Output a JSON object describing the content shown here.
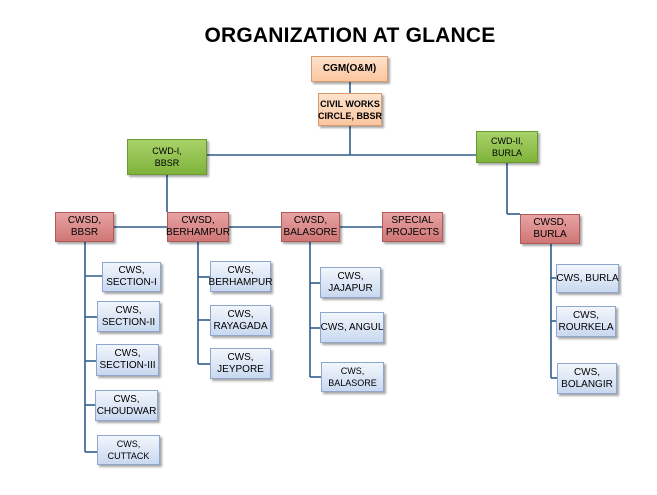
{
  "title": "ORGANIZATION AT GLANCE",
  "colors": {
    "connector": "#2e5d8c",
    "peach": "#fbc6a0",
    "green": "#8cbf47",
    "red": "#d98080",
    "blue": "#dbe5f5"
  },
  "nodes": {
    "cgm": [
      "CGM(O&M)"
    ],
    "civil": [
      "CIVIL WORKS",
      "CIRCLE, BBSR"
    ],
    "cwd1": [
      "CWD-I,",
      "BBSR"
    ],
    "cwd2": [
      "CWD-II,",
      "BURLA"
    ],
    "cwsd_bbsr": [
      "CWSD,",
      "BBSR"
    ],
    "cwsd_berhampur": [
      "CWSD,",
      "BERHAMPUR"
    ],
    "cwsd_balasore": [
      "CWSD,",
      "BALASORE"
    ],
    "special": [
      "SPECIAL",
      "PROJECTS"
    ],
    "cwsd_burla": [
      "CWSD,",
      "BURLA"
    ],
    "cws_section1": [
      "CWS,",
      "SECTION-I"
    ],
    "cws_section2": [
      "CWS,",
      "SECTION-II"
    ],
    "cws_section3": [
      "CWS,",
      "SECTION-III"
    ],
    "cws_choudwar": [
      "CWS,",
      "CHOUDWAR"
    ],
    "cws_cuttack": [
      "CWS,",
      "CUTTACK"
    ],
    "cws_berhampur": [
      "CWS,",
      "BERHAMPUR"
    ],
    "cws_rayagada": [
      "CWS,",
      "RAYAGADA"
    ],
    "cws_jeypore": [
      "CWS,",
      "JEYPORE"
    ],
    "cws_jajapur": [
      "CWS,",
      "JAJAPUR"
    ],
    "cws_angul": [
      "CWS, ANGUL"
    ],
    "cws_balasore": [
      "CWS,",
      "BALASORE"
    ],
    "cws_burla": [
      "CWS, BURLA"
    ],
    "cws_rourkela": [
      "CWS,",
      "ROURKELA"
    ],
    "cws_bolangir": [
      "CWS,",
      "BOLANGIR"
    ]
  }
}
